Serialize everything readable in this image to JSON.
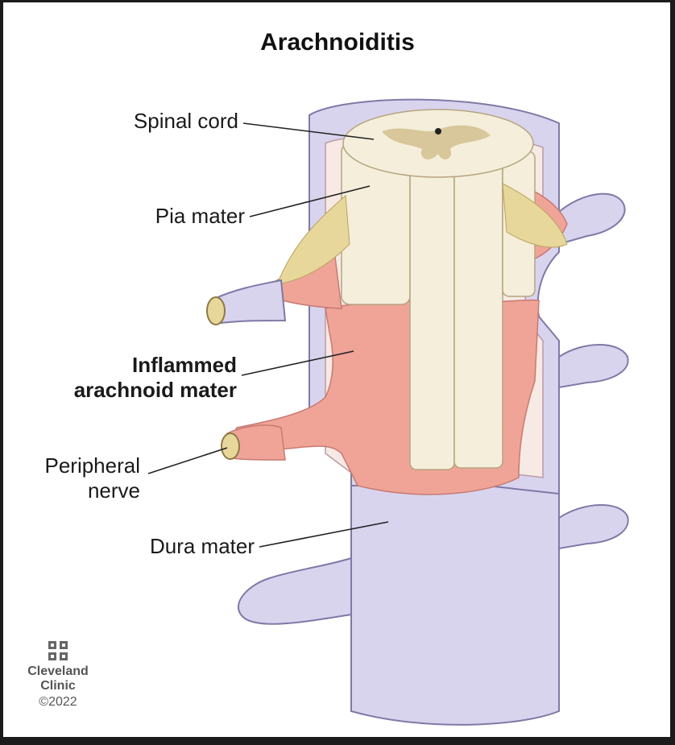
{
  "title": "Arachnoiditis",
  "labels": {
    "spinal_cord": "Spinal cord",
    "pia_mater": "Pia mater",
    "inflamed_line1": "Inflammed",
    "inflamed_line2": "arachnoid mater",
    "peripheral_line1": "Peripheral",
    "peripheral_line2": "nerve",
    "dura_mater": "Dura mater"
  },
  "logo": {
    "name_line1": "Cleveland",
    "name_line2": "Clinic",
    "year": "©2022",
    "icon": "cleveland-clinic-cross-icon"
  },
  "colors": {
    "dura": "#d9d4ee",
    "dura_edge": "#7e7aa6",
    "arachnoid": "#efa497",
    "cord": "#f4eedb",
    "gray_matter": "#d8c79a",
    "nerve_root": "#e8d79a"
  }
}
